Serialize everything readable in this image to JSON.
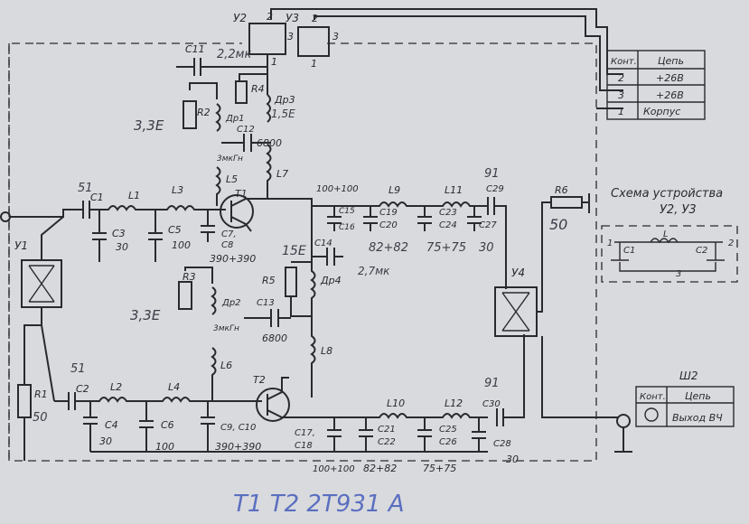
{
  "blocks": {
    "u1": "У1",
    "u2": "У2",
    "u3": "У3",
    "u4": "У4",
    "u2_pin_top": "2",
    "u2_pin_right": "3",
    "u2_pin_bottom": "1",
    "u3_pin_top": "2",
    "u3_pin_right": "3",
    "u3_pin_bottom": "1"
  },
  "components": {
    "c11": "C11",
    "c11_val": "2,2мк",
    "r4": "R4",
    "r2": "R2",
    "r3": "R3",
    "r5": "R5",
    "r6": "R6",
    "r1": "R1",
    "r6_val": "50",
    "r1_val": "50",
    "dr1": "Др1",
    "dr2": "Др2",
    "dr3": "Др3",
    "dr4": "Др4",
    "dr3_val": "1,5Е",
    "dr4_val": "2,7мк",
    "dr1_val": "3мкГн",
    "dr2_val": "3мкГн",
    "c12": "C12",
    "c12_val": "6800",
    "c13": "C13",
    "c13_val": "6800",
    "c14": "C14",
    "l5": "L5",
    "l7": "L7",
    "l6": "L6",
    "l8": "L8",
    "t1": "T1",
    "t2": "T2",
    "c1": "C1",
    "l1": "L1",
    "l3": "L3",
    "c3": "C3",
    "c5": "C5",
    "c3_val": "30",
    "c5_val": "100",
    "c1_val": "51",
    "c7c8": "C7,",
    "c8": "C8",
    "c7c8_val": "390+390",
    "c2": "C2",
    "l2": "L2",
    "l4": "L4",
    "c4": "C4",
    "c6": "C6",
    "c4_val": "30",
    "c6_val": "100",
    "c2_val": "51",
    "c9c10": "C9, C10",
    "c9c10_val": "390+390",
    "c15": "C15",
    "c16": "C16",
    "c15_val": "100+100",
    "l9": "L9",
    "c19": "C19",
    "c20": "C20",
    "c19_val": "82+82",
    "l11": "L11",
    "c23": "C23",
    "c24": "C24",
    "c23_val": "75+75",
    "c27": "C27",
    "c27_val": "30",
    "c29": "C29",
    "c29_val": "91",
    "c17": "C17,",
    "c18": "C18",
    "c17_val": "100+100",
    "l10": "L10",
    "c21": "C21",
    "c22": "C22",
    "c21_val": "82+82",
    "l12": "L12",
    "c25": "C25",
    "c26": "C26",
    "c25_val": "75+75",
    "c28": "C28",
    "c28_val": "30",
    "c30": "C30",
    "c30_val": "91",
    "r2_val": "3,3Е",
    "r3_val": "3,3Е",
    "r5_val": "15Е"
  },
  "table_top": {
    "headers": [
      "Конт.",
      "Цепь"
    ],
    "rows": [
      [
        "2",
        "+26В"
      ],
      [
        "3",
        "+26В"
      ],
      [
        "1",
        "Корпус"
      ]
    ]
  },
  "table_bottom": {
    "title": "Ш2",
    "headers": [
      "Конт.",
      "Цепь"
    ],
    "row": "Выход ВЧ"
  },
  "device_scheme": {
    "title_line1": "Схема устройства",
    "title_line2": "У2, У3",
    "pin1": "1",
    "pin2": "2",
    "pin3": "3",
    "c1": "C1",
    "l": "L",
    "c2": "C2"
  },
  "footnote": "Т1 Т2  2Т931 А"
}
